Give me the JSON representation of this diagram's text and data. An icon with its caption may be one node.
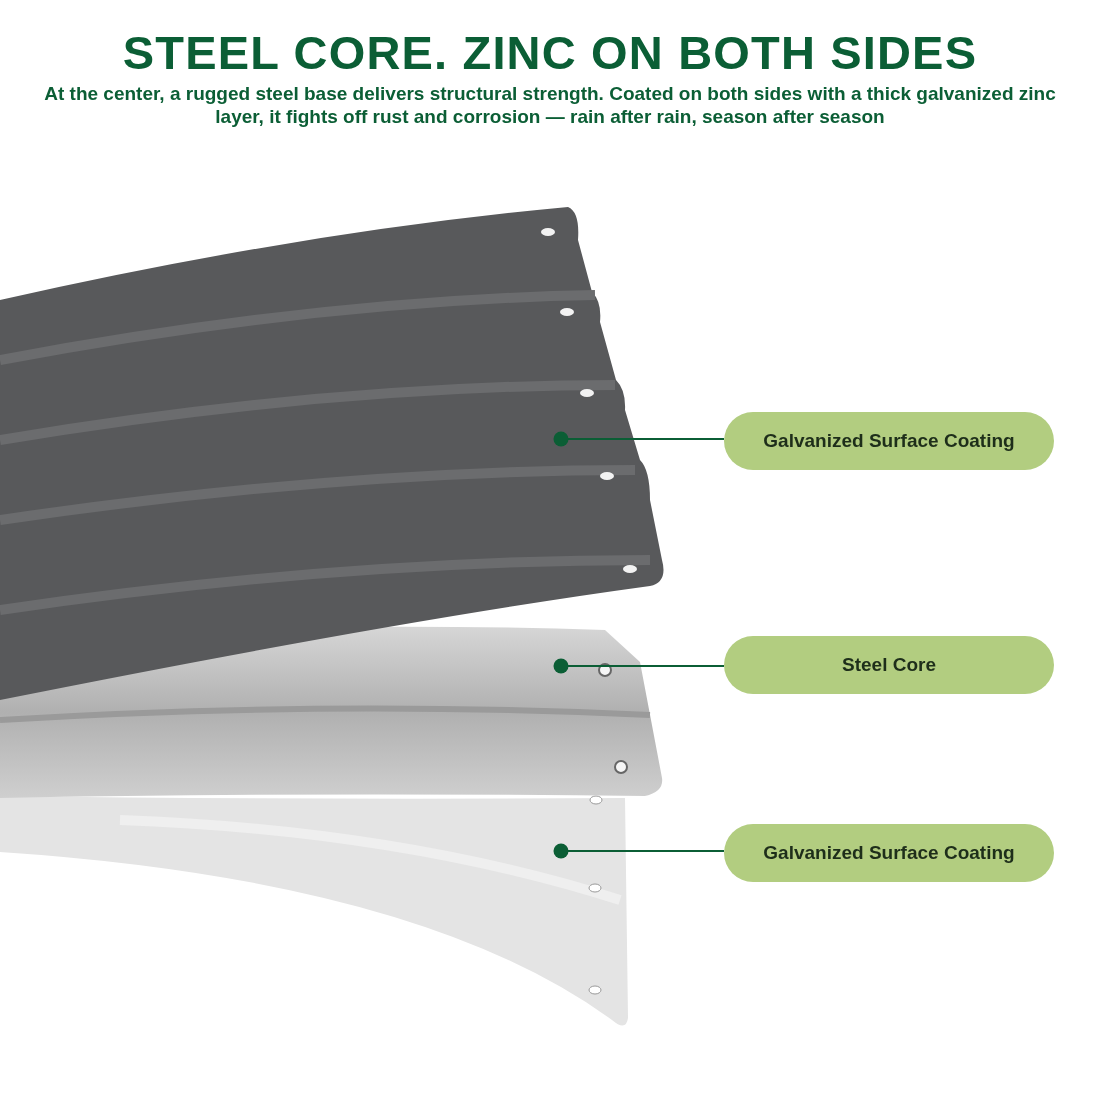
{
  "diagram": {
    "title": "STEEL CORE. ZINC ON BOTH SIDES",
    "caption": "At the center, a rugged steel base delivers structural strength. Coated on both sides with a thick galvanized zinc layer, it fights off rust and corrosion — rain after rain, season after season",
    "nodes": [
      {
        "text": [],
        "shape": "picture"
      },
      {
        "text": [
          "Galvanized Surface Coating"
        ]
      },
      {
        "text": [],
        "shape": "picture"
      },
      {
        "text": [
          "Steel Core"
        ]
      },
      {
        "text": [],
        "shape": "picture"
      },
      {
        "text": [
          "Galvanized Surface Coating"
        ]
      }
    ],
    "edges": [
      {
        "from": 1,
        "to": 0,
        "arrow": "other"
      },
      {
        "from": 3,
        "to": 2,
        "arrow": "other"
      },
      {
        "from": 5,
        "to": 4,
        "arrow": "other"
      }
    ]
  }
}
